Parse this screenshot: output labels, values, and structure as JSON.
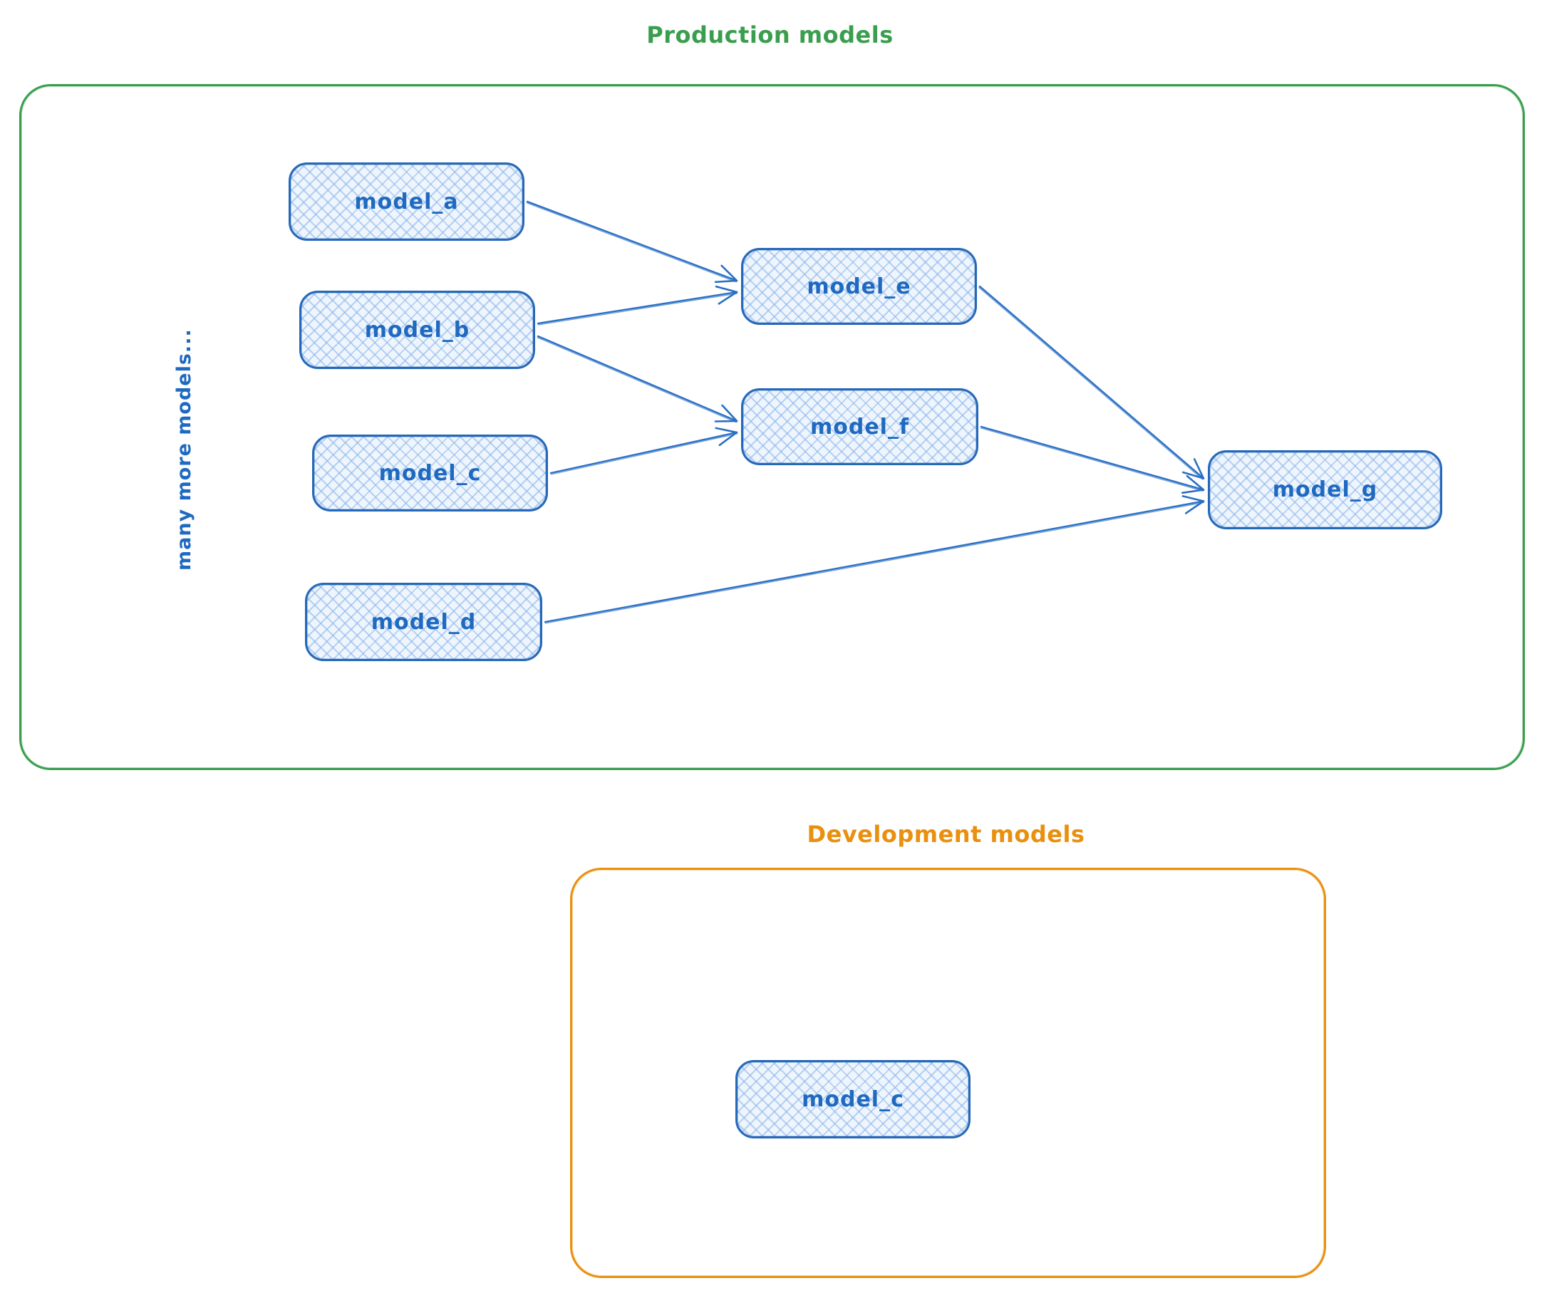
{
  "diagram": {
    "production": {
      "title": "Production models",
      "side_label": "many more models...",
      "nodes": [
        {
          "id": "model_a",
          "label": "model_a"
        },
        {
          "id": "model_b",
          "label": "model_b"
        },
        {
          "id": "model_c",
          "label": "model_c"
        },
        {
          "id": "model_d",
          "label": "model_d"
        },
        {
          "id": "model_e",
          "label": "model_e"
        },
        {
          "id": "model_f",
          "label": "model_f"
        },
        {
          "id": "model_g",
          "label": "model_g"
        }
      ],
      "edges": [
        {
          "from": "model_a",
          "to": "model_e"
        },
        {
          "from": "model_b",
          "to": "model_e"
        },
        {
          "from": "model_b",
          "to": "model_f"
        },
        {
          "from": "model_c",
          "to": "model_f"
        },
        {
          "from": "model_e",
          "to": "model_g"
        },
        {
          "from": "model_f",
          "to": "model_g"
        },
        {
          "from": "model_d",
          "to": "model_g"
        }
      ]
    },
    "development": {
      "title": "Development models",
      "nodes": [
        {
          "id": "dev_model_c",
          "label": "model_c"
        }
      ]
    },
    "colors": {
      "production_accent": "#3a9e4e",
      "development_accent": "#e9900f",
      "node_border": "#2568b8",
      "node_text": "#1f6ac0",
      "node_fill": "#eef5fd",
      "arrow": "#2a6fc4"
    }
  }
}
